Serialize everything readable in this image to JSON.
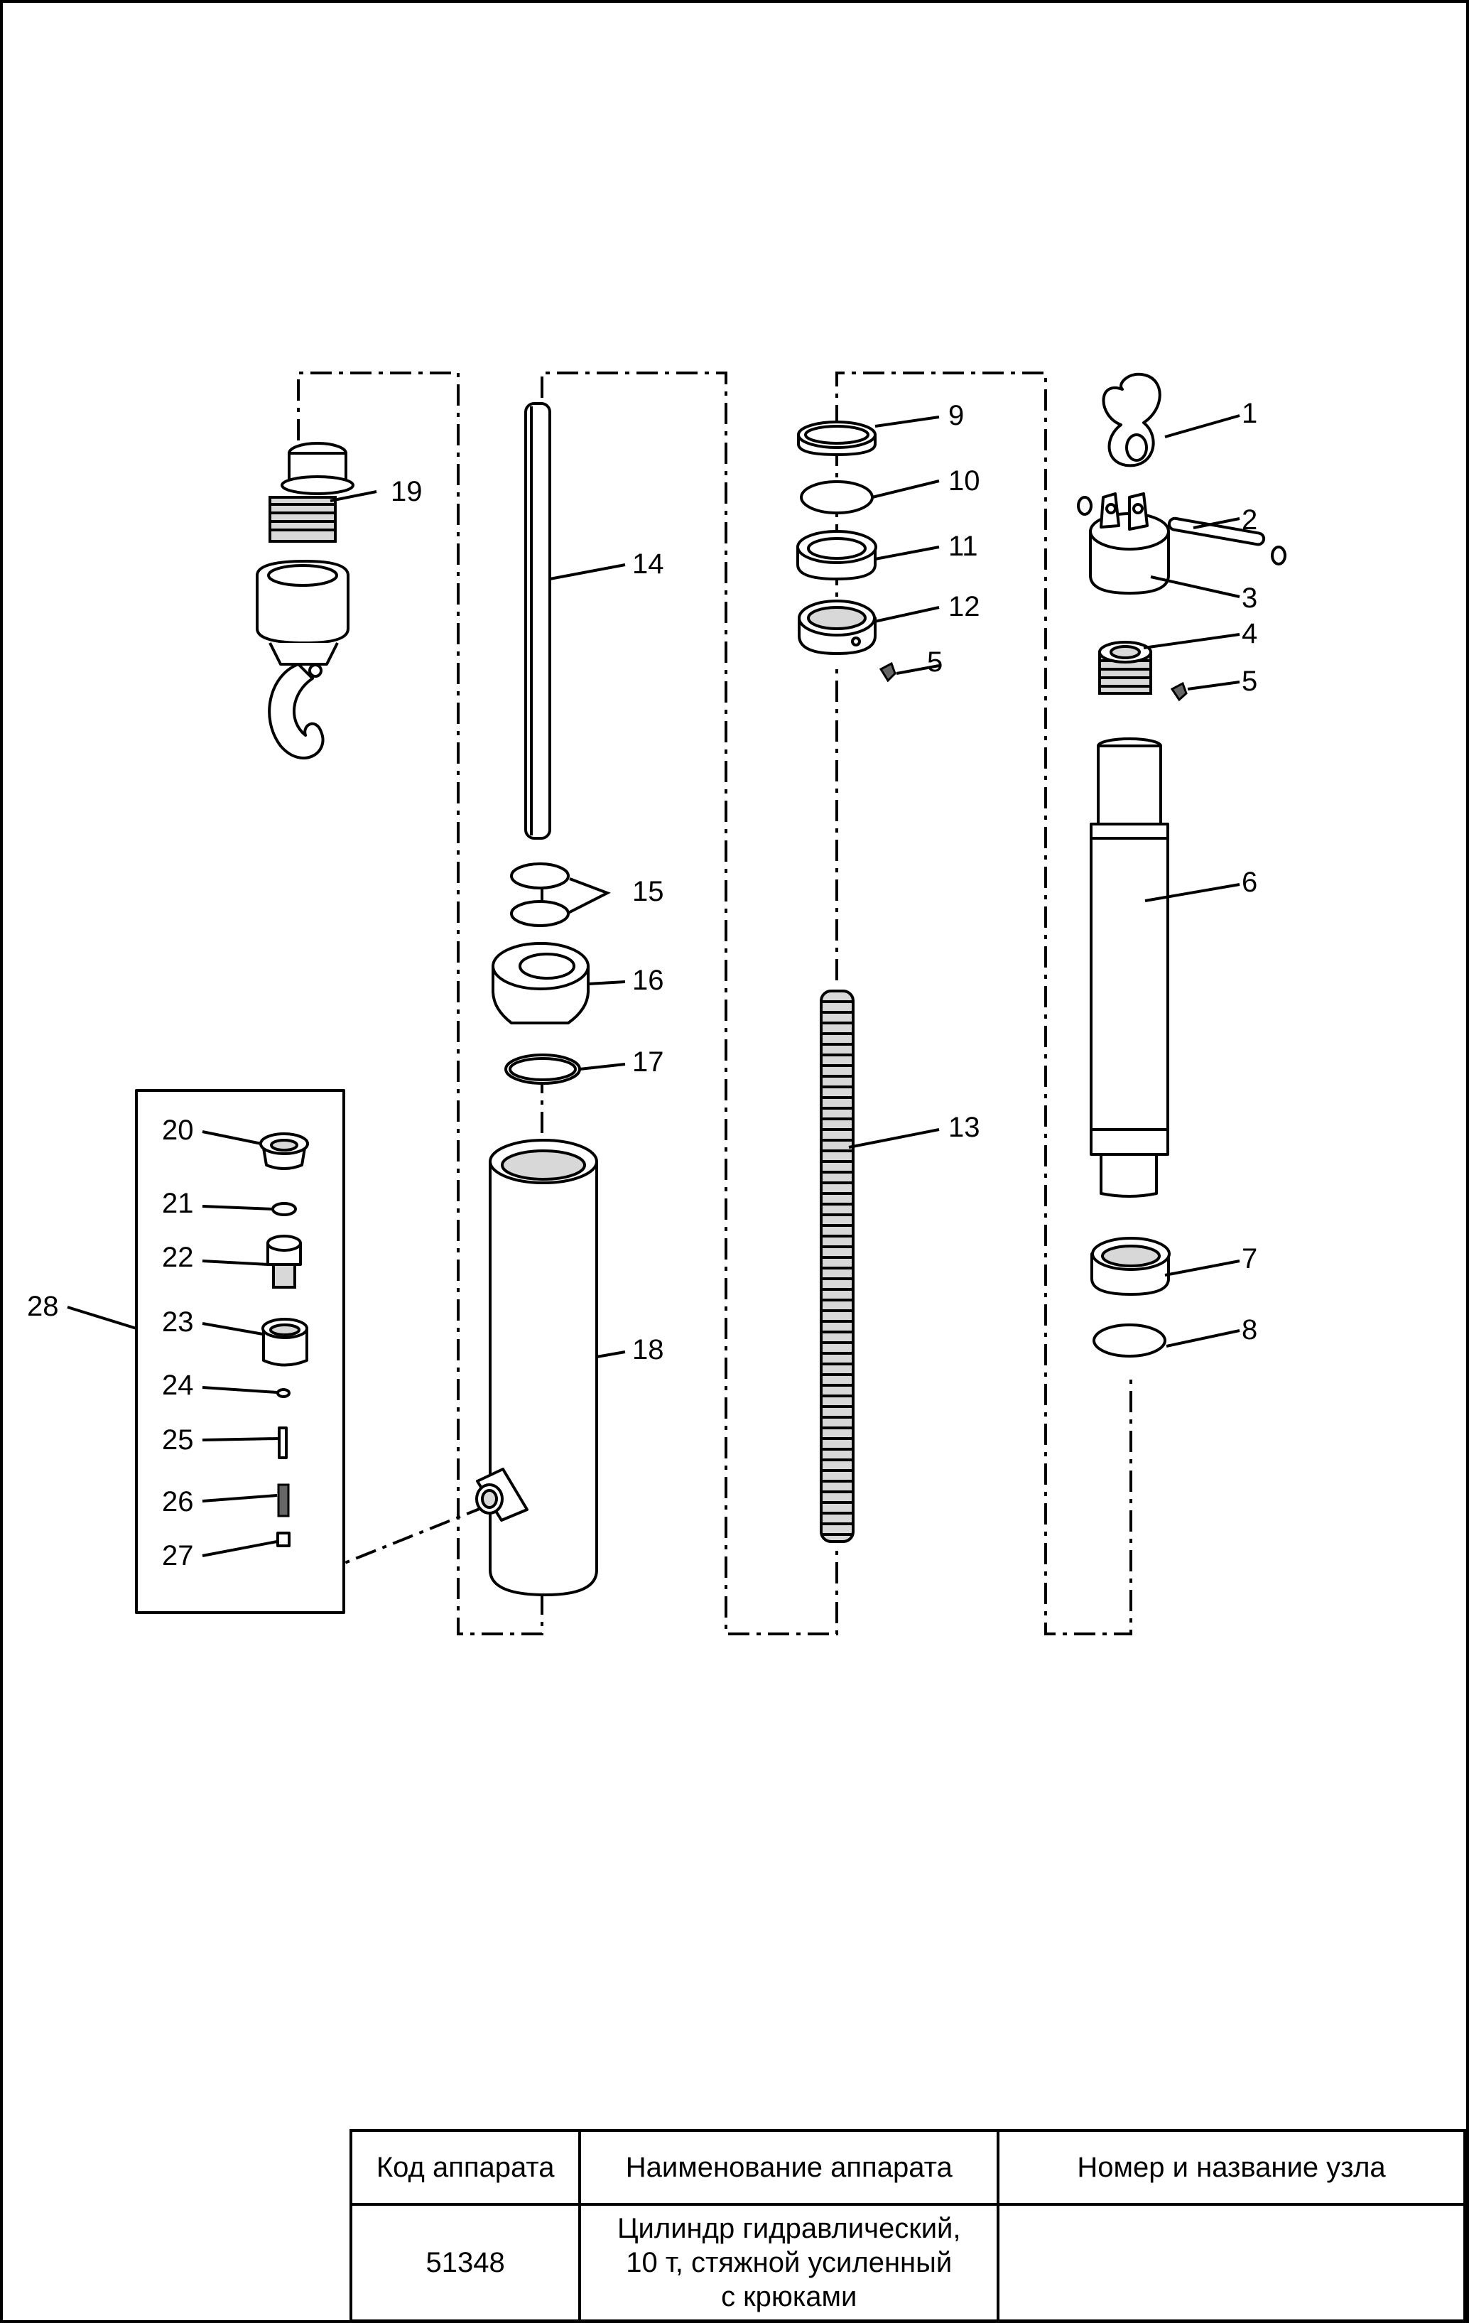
{
  "diagram": {
    "part_numbers": [
      "1",
      "2",
      "3",
      "4",
      "5",
      "5",
      "6",
      "7",
      "8",
      "9",
      "10",
      "11",
      "12",
      "13",
      "14",
      "15",
      "16",
      "17",
      "18",
      "19",
      "20",
      "21",
      "22",
      "23",
      "24",
      "25",
      "26",
      "27",
      "28"
    ]
  },
  "title_block": {
    "headers": [
      "Код аппарата",
      "Наименование аппарата",
      "Номер и название узла"
    ],
    "code": "51348",
    "name_lines": [
      "Цилиндр гидравлический,",
      "10 т, стяжной усиленный",
      "с крюками"
    ],
    "node": ""
  }
}
